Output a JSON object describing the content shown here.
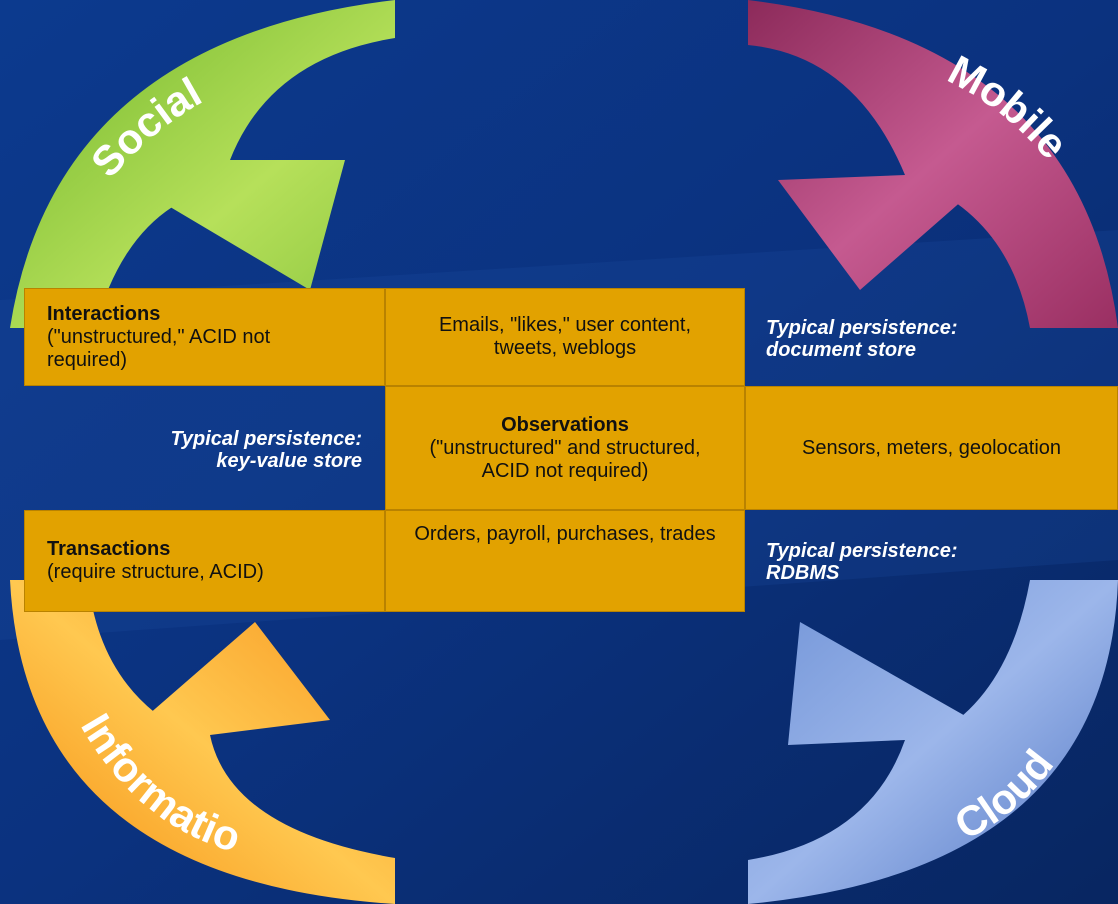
{
  "arrows": [
    {
      "key": "social",
      "label": "Social",
      "color": "#8cc63f"
    },
    {
      "key": "mobile",
      "label": "Mobile",
      "color": "#a3356b"
    },
    {
      "key": "information",
      "label": "Information",
      "color": "#f7941d"
    },
    {
      "key": "cloud",
      "label": "Cloud",
      "color": "#6f92d6"
    }
  ],
  "table": {
    "interactions": {
      "title": "Interactions",
      "detail": "(\"unstructured,\" ACID not required)"
    },
    "interactions_examples": "Emails, \"likes,\" user content, tweets, weblogs",
    "observations": {
      "title": "Observations",
      "detail": "(\"unstructured\" and structured, ACID not required)"
    },
    "observations_examples": "Sensors, meters, geolocation",
    "transactions": {
      "title": "Transactions",
      "detail": "(require structure, ACID)"
    },
    "transactions_examples": "Orders, payroll,  purchases, trades"
  },
  "notes": {
    "document": {
      "line1": "Typical persistence:",
      "line2": "document store"
    },
    "keyvalue": {
      "line1": "Typical persistence:",
      "line2": "key-value store"
    },
    "rdbms": {
      "line1": "Typical persistence:",
      "line2": "RDBMS"
    }
  }
}
